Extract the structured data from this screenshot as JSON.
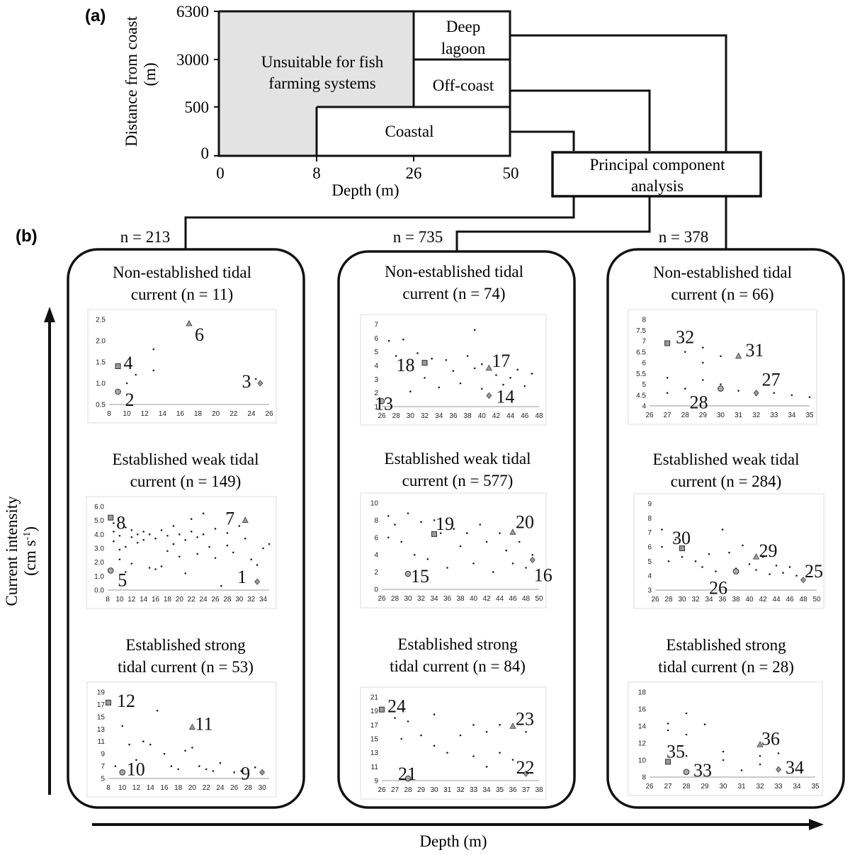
{
  "panel_labels": {
    "a": "(a)",
    "b": "(b)"
  },
  "top_diagram": {
    "y_axis_label_line1": "Distance from coast",
    "y_axis_label_line2": "(m)",
    "y_ticks": [
      "6300",
      "3000",
      "500",
      "0"
    ],
    "x_ticks": [
      "0",
      "8",
      "26",
      "50"
    ],
    "x_axis_label": "Depth (m)",
    "zones": {
      "unsuitable_line1": "Unsuitable for fish",
      "unsuitable_line2": "farming systems",
      "deep_line1": "Deep",
      "deep_line2": "lagoon",
      "offcoast": "Off-coast",
      "coastal": "Coastal"
    },
    "pca_line1": "Principal component",
    "pca_line2": "analysis"
  },
  "colors": {
    "unsuitable_fill": "#e3e3e3",
    "line": "#111111",
    "marker_gray": "#888888"
  },
  "panels": [
    {
      "n_label": "n = 213",
      "groups": [
        {
          "title1": "Non-established tidal",
          "title2": "current (n = 11)"
        },
        {
          "title1": "Established weak tidal",
          "title2": "current (n = 149)"
        },
        {
          "title1": "Established strong",
          "title2": "tidal current (n = 53)"
        }
      ]
    },
    {
      "n_label": "n = 735",
      "groups": [
        {
          "title1": "Non-established tidal",
          "title2": "current (n = 74)"
        },
        {
          "title1": "Established weak tidal",
          "title2": "current (n = 577)"
        },
        {
          "title1": "Established strong",
          "title2": "tidal current (n = 84)"
        }
      ]
    },
    {
      "n_label": "n = 378",
      "groups": [
        {
          "title1": "Non-established tidal",
          "title2": "current (n = 66)"
        },
        {
          "title1": "Established weak tidal",
          "title2": "current (n = 284)"
        },
        {
          "title1": "Established strong",
          "title2": "tidal current (n = 28)"
        }
      ]
    }
  ],
  "y_axis_label_line1": "Current intensity",
  "y_axis_label_line2": "(cm s",
  "y_axis_label_sup": "-1",
  "y_axis_label_close": ")",
  "x_axis_label": "Depth (m)",
  "chart_data": [
    {
      "type": "scatter",
      "xticks": [
        "8",
        "10",
        "12",
        "14",
        "16",
        "18",
        "20",
        "22",
        "24",
        "26"
      ],
      "yticks": [
        "0.5",
        "1.0",
        "1.5",
        "2.0",
        "2.5"
      ],
      "xlim": [
        8,
        26
      ],
      "ylim": [
        0.5,
        2.5
      ],
      "points": [
        [
          10,
          1.0
        ],
        [
          11,
          1.2
        ],
        [
          13,
          1.3
        ],
        [
          13,
          1.8
        ],
        [
          24.5,
          1.1
        ]
      ],
      "markers": [
        {
          "id": "4",
          "x": 9,
          "y": 1.4,
          "shape": "square"
        },
        {
          "id": "2",
          "x": 9,
          "y": 0.8,
          "shape": "circle"
        },
        {
          "id": "6",
          "x": 17,
          "y": 2.4,
          "shape": "triangle"
        },
        {
          "id": "3",
          "x": 25,
          "y": 1.0,
          "shape": "diamond"
        }
      ]
    },
    {
      "type": "scatter",
      "xticks": [
        "8",
        "10",
        "12",
        "14",
        "16",
        "18",
        "20",
        "22",
        "24",
        "26",
        "28",
        "30",
        "32",
        "34"
      ],
      "yticks": [
        "0.0",
        "1.0",
        "2.0",
        "3.0",
        "4.0",
        "5.0",
        "6.0"
      ],
      "xlim": [
        8,
        35
      ],
      "ylim": [
        0,
        6
      ],
      "points": [
        [
          9,
          4.8
        ],
        [
          9,
          4.2
        ],
        [
          9,
          3.5
        ],
        [
          10,
          3.9
        ],
        [
          10,
          2.9
        ],
        [
          10,
          2.2
        ],
        [
          11,
          4.5
        ],
        [
          11,
          3.1
        ],
        [
          11,
          1.3
        ],
        [
          12,
          4.3
        ],
        [
          12,
          3.8
        ],
        [
          12,
          1.9
        ],
        [
          13,
          4.0
        ],
        [
          13,
          3.4
        ],
        [
          14,
          4.2
        ],
        [
          14,
          3.6
        ],
        [
          15,
          4.0
        ],
        [
          15,
          1.6
        ],
        [
          16,
          3.7
        ],
        [
          16,
          1.5
        ],
        [
          17,
          4.3
        ],
        [
          17,
          1.7
        ],
        [
          18,
          3.9
        ],
        [
          18,
          2.8
        ],
        [
          19,
          4.6
        ],
        [
          19,
          3.3
        ],
        [
          20,
          4.0
        ],
        [
          20,
          2.4
        ],
        [
          21,
          3.6
        ],
        [
          21,
          1.2
        ],
        [
          22,
          5.1
        ],
        [
          22,
          4.2
        ],
        [
          23,
          3.8
        ],
        [
          23,
          2.6
        ],
        [
          24,
          5.5
        ],
        [
          24,
          4.0
        ],
        [
          25,
          3.1
        ],
        [
          26,
          4.4
        ],
        [
          26,
          2.3
        ],
        [
          27,
          0.3
        ],
        [
          28,
          4.1
        ],
        [
          28,
          3.2
        ],
        [
          29,
          2.7
        ],
        [
          30,
          4.6
        ],
        [
          31,
          3.7
        ],
        [
          32,
          2.2
        ],
        [
          33,
          1.8
        ],
        [
          34,
          3.0
        ],
        [
          35,
          3.3
        ]
      ],
      "markers": [
        {
          "id": "8",
          "x": 8.5,
          "y": 5.2,
          "shape": "square"
        },
        {
          "id": "5",
          "x": 8.5,
          "y": 1.4,
          "shape": "circle"
        },
        {
          "id": "7",
          "x": 31,
          "y": 5.0,
          "shape": "triangle"
        },
        {
          "id": "1",
          "x": 33,
          "y": 0.6,
          "shape": "diamond"
        }
      ]
    },
    {
      "type": "scatter",
      "xticks": [
        "8",
        "10",
        "12",
        "14",
        "16",
        "18",
        "20",
        "22",
        "24",
        "26",
        "28",
        "30"
      ],
      "yticks": [
        "5",
        "7",
        "9",
        "11",
        "13",
        "15",
        "17",
        "19"
      ],
      "xlim": [
        8,
        31
      ],
      "ylim": [
        5,
        19
      ],
      "points": [
        [
          9,
          7
        ],
        [
          10,
          13.5
        ],
        [
          11,
          10.5
        ],
        [
          12,
          8
        ],
        [
          13,
          11
        ],
        [
          14,
          10.5
        ],
        [
          15,
          16
        ],
        [
          16,
          9
        ],
        [
          17,
          7
        ],
        [
          18,
          6.5
        ],
        [
          19,
          9.5
        ],
        [
          20,
          10
        ],
        [
          21,
          7
        ],
        [
          22,
          6.5
        ],
        [
          23,
          6.2
        ],
        [
          24,
          7.5
        ],
        [
          26,
          6
        ],
        [
          27,
          6.2
        ],
        [
          28,
          6.4
        ],
        [
          29,
          6.8
        ]
      ],
      "markers": [
        {
          "id": "12",
          "x": 8,
          "y": 17.3,
          "shape": "square"
        },
        {
          "id": "10",
          "x": 10,
          "y": 6.0,
          "shape": "circle"
        },
        {
          "id": "11",
          "x": 20,
          "y": 13.3,
          "shape": "triangle"
        },
        {
          "id": "9",
          "x": 30,
          "y": 6.0,
          "shape": "diamond"
        }
      ]
    },
    {
      "type": "scatter",
      "xticks": [
        "26",
        "28",
        "30",
        "32",
        "34",
        "36",
        "38",
        "40",
        "42",
        "44",
        "46",
        "48"
      ],
      "yticks": [
        "1",
        "2",
        "3",
        "4",
        "5",
        "6",
        "7"
      ],
      "xlim": [
        26,
        48
      ],
      "ylim": [
        1,
        7
      ],
      "points": [
        [
          27,
          5.8
        ],
        [
          28,
          4.7
        ],
        [
          29,
          5.9
        ],
        [
          30,
          2.1
        ],
        [
          31,
          4.9
        ],
        [
          32,
          3.1
        ],
        [
          33,
          4.5
        ],
        [
          34,
          2.4
        ],
        [
          35,
          4.4
        ],
        [
          36,
          3.6
        ],
        [
          37,
          2.7
        ],
        [
          38,
          4.7
        ],
        [
          39,
          6.6
        ],
        [
          39,
          3.8
        ],
        [
          40,
          4.1
        ],
        [
          40,
          2.3
        ],
        [
          42,
          3.3
        ],
        [
          43,
          2.6
        ],
        [
          44,
          3.1
        ],
        [
          45,
          3.7
        ],
        [
          46,
          2.5
        ],
        [
          47,
          3.4
        ]
      ],
      "markers": [
        {
          "id": "18",
          "x": 32,
          "y": 4.2,
          "shape": "square"
        },
        {
          "id": "13",
          "x": 26,
          "y": 1.4,
          "shape": "circle"
        },
        {
          "id": "17",
          "x": 41,
          "y": 3.8,
          "shape": "triangle"
        },
        {
          "id": "14",
          "x": 41,
          "y": 1.8,
          "shape": "diamond"
        }
      ]
    },
    {
      "type": "scatter",
      "xticks": [
        "26",
        "28",
        "30",
        "32",
        "34",
        "36",
        "38",
        "40",
        "42",
        "44",
        "46",
        "48",
        "50"
      ],
      "yticks": [
        "0",
        "2",
        "4",
        "6",
        "8",
        "10"
      ],
      "xlim": [
        26,
        50
      ],
      "ylim": [
        0,
        10
      ],
      "points": [
        [
          27,
          8.5
        ],
        [
          27,
          6
        ],
        [
          28,
          7.5
        ],
        [
          29,
          5.5
        ],
        [
          30,
          8.8
        ],
        [
          31,
          4
        ],
        [
          32,
          7.8
        ],
        [
          33,
          3.5
        ],
        [
          34,
          8
        ],
        [
          35,
          6.5
        ],
        [
          36,
          2.5
        ],
        [
          37,
          7
        ],
        [
          38,
          5
        ],
        [
          39,
          6.5
        ],
        [
          40,
          3
        ],
        [
          41,
          7.5
        ],
        [
          42,
          5.5
        ],
        [
          43,
          2
        ],
        [
          44,
          6.5
        ],
        [
          45,
          4.5
        ],
        [
          46,
          3
        ],
        [
          47,
          5.5
        ],
        [
          48,
          2.5
        ],
        [
          49,
          4
        ]
      ],
      "markers": [
        {
          "id": "19",
          "x": 34,
          "y": 6.4,
          "shape": "square"
        },
        {
          "id": "15",
          "x": 30,
          "y": 1.8,
          "shape": "circle"
        },
        {
          "id": "20",
          "x": 46,
          "y": 6.6,
          "shape": "triangle"
        },
        {
          "id": "16",
          "x": 49,
          "y": 3.4,
          "shape": "diamond"
        }
      ]
    },
    {
      "type": "scatter",
      "xticks": [
        "26",
        "27",
        "28",
        "29",
        "30",
        "31",
        "32",
        "33",
        "34",
        "35",
        "36",
        "37",
        "38"
      ],
      "yticks": [
        "9",
        "11",
        "13",
        "15",
        "17",
        "19",
        "21"
      ],
      "xlim": [
        26,
        38
      ],
      "ylim": [
        9,
        21
      ],
      "points": [
        [
          27,
          18
        ],
        [
          27.5,
          15
        ],
        [
          28,
          17.5
        ],
        [
          29,
          15.5
        ],
        [
          30,
          18.5
        ],
        [
          30,
          14
        ],
        [
          31,
          13
        ],
        [
          32,
          15.5
        ],
        [
          33,
          17
        ],
        [
          33,
          12.5
        ],
        [
          34,
          16
        ],
        [
          34,
          11
        ],
        [
          35,
          17
        ],
        [
          35,
          13
        ],
        [
          36,
          12
        ],
        [
          37,
          16
        ]
      ],
      "markers": [
        {
          "id": "24",
          "x": 26,
          "y": 19.2,
          "shape": "square"
        },
        {
          "id": "21",
          "x": 28,
          "y": 9.3,
          "shape": "circle"
        },
        {
          "id": "23",
          "x": 36,
          "y": 16.8,
          "shape": "triangle"
        },
        {
          "id": "22",
          "x": 37,
          "y": 10.0,
          "shape": "diamond"
        }
      ]
    },
    {
      "type": "scatter",
      "xticks": [
        "26",
        "27",
        "28",
        "29",
        "30",
        "31",
        "32",
        "33",
        "34",
        "35"
      ],
      "yticks": [
        "4",
        "4.5",
        "5",
        "5.5",
        "6",
        "6.5",
        "7",
        "7.5",
        "8"
      ],
      "xlim": [
        26,
        35
      ],
      "ylim": [
        4,
        8
      ],
      "points": [
        [
          27,
          5.3
        ],
        [
          27,
          4.6
        ],
        [
          28,
          6.5
        ],
        [
          28,
          4.8
        ],
        [
          29,
          6.7
        ],
        [
          29,
          6.0
        ],
        [
          29,
          5.2
        ],
        [
          30,
          6.3
        ],
        [
          30,
          5.0
        ],
        [
          31,
          4.7
        ],
        [
          32,
          4.5
        ],
        [
          33,
          4.6
        ],
        [
          34,
          4.5
        ],
        [
          35,
          4.4
        ]
      ],
      "markers": [
        {
          "id": "32",
          "x": 27,
          "y": 6.9,
          "shape": "square"
        },
        {
          "id": "28",
          "x": 30,
          "y": 4.8,
          "shape": "circle"
        },
        {
          "id": "31",
          "x": 31,
          "y": 6.3,
          "shape": "triangle"
        },
        {
          "id": "27",
          "x": 32,
          "y": 4.6,
          "shape": "diamond"
        }
      ]
    },
    {
      "type": "scatter",
      "xticks": [
        "26",
        "28",
        "30",
        "32",
        "34",
        "36",
        "38",
        "40",
        "42",
        "44",
        "46",
        "48",
        "50"
      ],
      "yticks": [
        "3",
        "4",
        "5",
        "6",
        "7",
        "8",
        "9"
      ],
      "xlim": [
        26,
        50
      ],
      "ylim": [
        3,
        9
      ],
      "points": [
        [
          27,
          7.2
        ],
        [
          27,
          6
        ],
        [
          28,
          5
        ],
        [
          29,
          6.5
        ],
        [
          30,
          5.3
        ],
        [
          31,
          6.4
        ],
        [
          32,
          5
        ],
        [
          33,
          4.6
        ],
        [
          34,
          5.5
        ],
        [
          35,
          4.3
        ],
        [
          36,
          7.2
        ],
        [
          37,
          5.6
        ],
        [
          38,
          4.5
        ],
        [
          39,
          6.1
        ],
        [
          40,
          4.8
        ],
        [
          41,
          4.4
        ],
        [
          42,
          5.3
        ],
        [
          43,
          4.1
        ],
        [
          44,
          4.7
        ],
        [
          45,
          4.2
        ],
        [
          46,
          4.6
        ],
        [
          47,
          4
        ],
        [
          49,
          4.2
        ]
      ],
      "markers": [
        {
          "id": "30",
          "x": 30,
          "y": 5.9,
          "shape": "square"
        },
        {
          "id": "26",
          "x": 38,
          "y": 4.3,
          "shape": "circle"
        },
        {
          "id": "29",
          "x": 41,
          "y": 5.3,
          "shape": "triangle"
        },
        {
          "id": "25",
          "x": 48,
          "y": 3.7,
          "shape": "diamond"
        }
      ]
    },
    {
      "type": "scatter",
      "xticks": [
        "26",
        "27",
        "28",
        "29",
        "30",
        "31",
        "32",
        "33",
        "34",
        "35"
      ],
      "yticks": [
        "8",
        "10",
        "12",
        "14",
        "16",
        "18"
      ],
      "xlim": [
        26,
        35
      ],
      "ylim": [
        8,
        18
      ],
      "points": [
        [
          27,
          14.3
        ],
        [
          27,
          13.5
        ],
        [
          28,
          15.5
        ],
        [
          28,
          13
        ],
        [
          28,
          10.5
        ],
        [
          29,
          14.2
        ],
        [
          30,
          11
        ],
        [
          30,
          10
        ],
        [
          31,
          8.8
        ],
        [
          32,
          10.5
        ],
        [
          32,
          9.5
        ],
        [
          33,
          10.8
        ]
      ],
      "markers": [
        {
          "id": "35",
          "x": 27,
          "y": 9.8,
          "shape": "square"
        },
        {
          "id": "33",
          "x": 28,
          "y": 8.6,
          "shape": "circle"
        },
        {
          "id": "36",
          "x": 32,
          "y": 11.8,
          "shape": "triangle"
        },
        {
          "id": "34",
          "x": 33,
          "y": 8.9,
          "shape": "diamond"
        }
      ]
    }
  ]
}
